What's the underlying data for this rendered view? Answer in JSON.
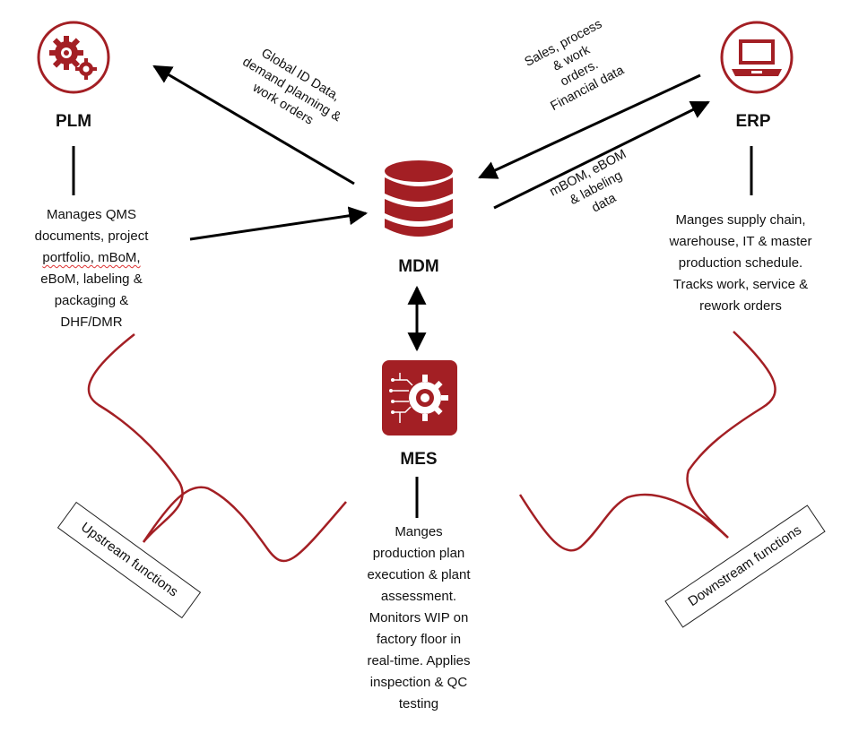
{
  "colors": {
    "accent": "#a31f24",
    "line": "#000000"
  },
  "nodes": {
    "plm": {
      "title": "PLM",
      "icon": "gears-icon",
      "lines": [
        "Manages QMS",
        "documents, project",
        "portfolio, mBoM,",
        "eBoM, labeling &",
        "packaging &",
        "DHF/DMR"
      ]
    },
    "erp": {
      "title": "ERP",
      "icon": "laptop-icon",
      "lines": [
        "Manges supply chain,",
        "warehouse, IT & master",
        "production schedule.",
        "Tracks work, service &",
        "rework orders"
      ]
    },
    "mdm": {
      "title": "MDM",
      "icon": "database-icon"
    },
    "mes": {
      "title": "MES",
      "icon": "circuit-gear-icon",
      "lines": [
        "Manges",
        "production plan",
        "execution & plant",
        "assessment.",
        "Monitors WIP on",
        "factory floor in",
        "real-time. Applies",
        "inspection & QC",
        "testing"
      ]
    }
  },
  "flows": {
    "mdm_to_plm": [
      "Global ID Data,",
      "demand planning &",
      "work orders"
    ],
    "erp_to_mdm": [
      "Sales, process",
      "& work",
      "orders.",
      "Financial data"
    ],
    "mdm_to_erp": [
      "mBOM, eBOM",
      "& labeling",
      "data"
    ]
  },
  "groups": {
    "upstream": "Upstream functions",
    "downstream": "Downstream functions"
  }
}
